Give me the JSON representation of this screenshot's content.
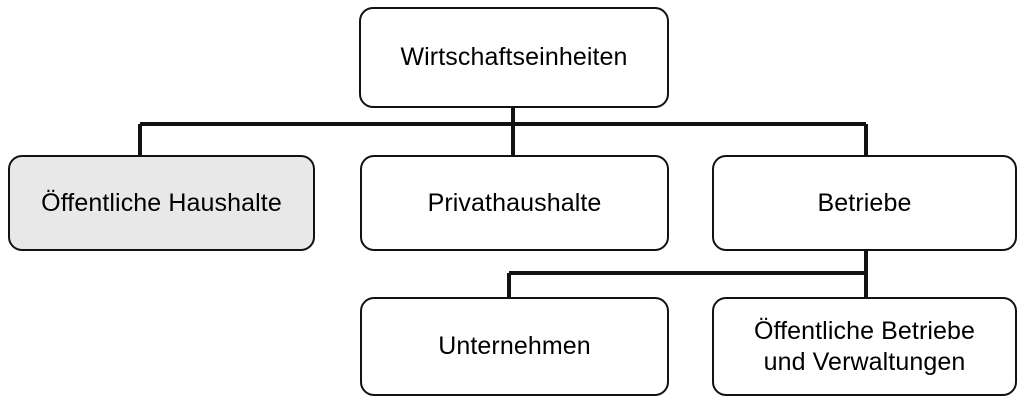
{
  "diagram": {
    "title": "Wirtschaftseinheiten",
    "type": "hierarchy-tree",
    "background_color": "#ffffff",
    "edge_color": "#121212",
    "node_border_color": "#121212",
    "node_fill_color": "#ffffff",
    "highlight_fill_color": "#e8e8e8",
    "text_color": "#000000",
    "nodes": {
      "root": {
        "label": "Wirtschaftseinheiten",
        "level": 1,
        "highlighted": false
      },
      "oeffentliche_haushalte": {
        "label": "Öffentliche Haushalte",
        "level": 2,
        "highlighted": true
      },
      "privathaushalte": {
        "label": "Privathaushalte",
        "level": 2,
        "highlighted": false
      },
      "betriebe": {
        "label": "Betriebe",
        "level": 2,
        "highlighted": false
      },
      "unternehmen": {
        "label": "Unternehmen",
        "level": 3,
        "highlighted": false
      },
      "oeffentliche_betriebe": {
        "label": "Öffentliche Betriebe\nund Verwaltungen",
        "level": 3,
        "highlighted": false
      }
    },
    "edges": [
      {
        "from": "root",
        "to": "oeffentliche_haushalte"
      },
      {
        "from": "root",
        "to": "privathaushalte"
      },
      {
        "from": "root",
        "to": "betriebe"
      },
      {
        "from": "betriebe",
        "to": "unternehmen"
      },
      {
        "from": "betriebe",
        "to": "oeffentliche_betriebe"
      }
    ]
  }
}
